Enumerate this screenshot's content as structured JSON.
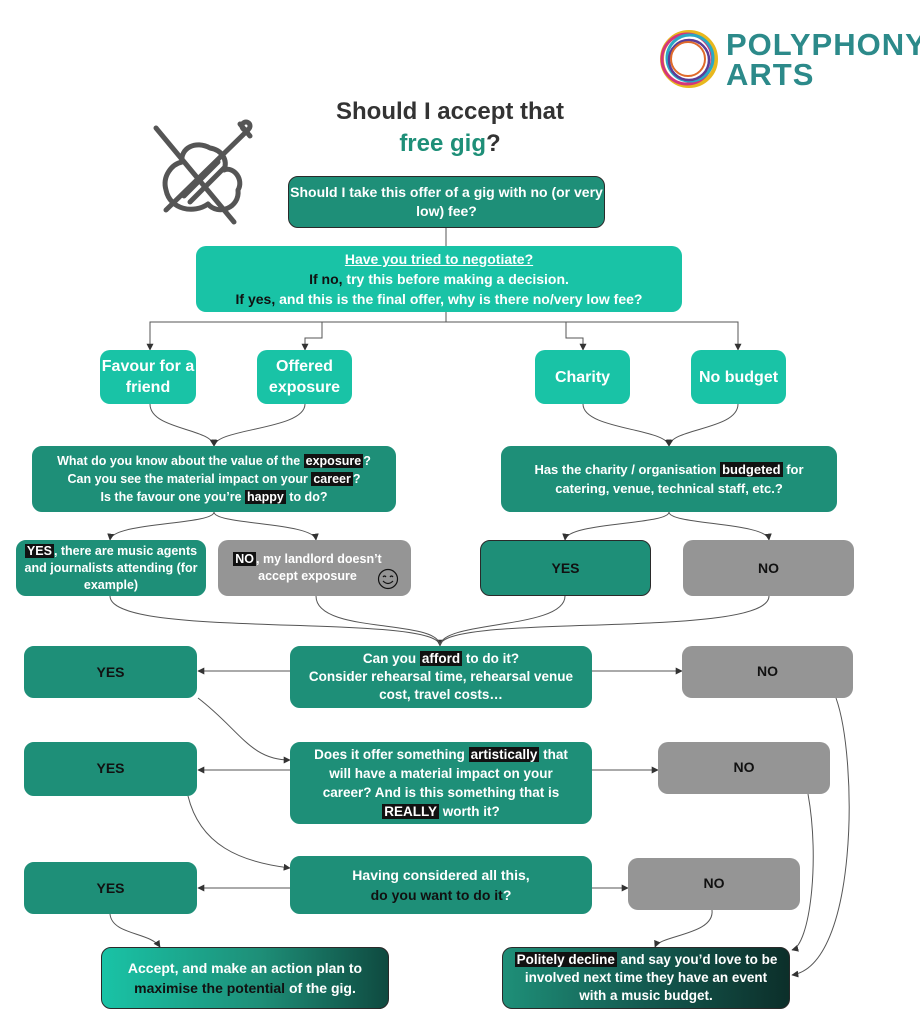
{
  "logo": {
    "line1": "POLYPHONY",
    "line2": "ARTS"
  },
  "title": {
    "line1": "Should I accept that",
    "accent": "free gig",
    "qmark": "?"
  },
  "q_main": "Should I take this offer of a gig with no (or very low) fee?",
  "negotiate": {
    "heading": "Have you tried to negotiate?",
    "if_no_label": "If no,",
    "if_no_text": " try this before making a decision.",
    "if_yes_label": "If yes,",
    "if_yes_text": " and this is the final offer, why is there no/very low fee?"
  },
  "reasons": {
    "favour": "Favour for a friend",
    "exposure": "Offered exposure",
    "charity": "Charity",
    "no_budget": "No budget"
  },
  "exposure_q": {
    "l1a": "What do you know about the value of the ",
    "l1b": "exposure",
    "l1c": "?",
    "l2a": "Can you see the material impact on your ",
    "l2b": "career",
    "l2c": "?",
    "l3a": "Is the favour one you’re ",
    "l3b": "happy",
    "l3c": " to do?"
  },
  "charity_q": {
    "a": "Has the charity / organisation ",
    "b": "budgeted",
    "c": " for catering, venue, technical staff, etc.?"
  },
  "exposure_yes": {
    "label": "YES",
    "text": ", there are music agents and journalists attending (for example)"
  },
  "exposure_no": {
    "label": "NO",
    "text": ", my landlord doesn’t accept exposure"
  },
  "charity_yes": "YES",
  "charity_no": "NO",
  "afford_q": {
    "a": "Can you ",
    "b": "afford",
    "c": " to do it?",
    "l2": "Consider rehearsal time, rehearsal venue cost, travel costs…"
  },
  "artistic_q": {
    "a": "Does it offer something ",
    "b": "artistically",
    "c": " that will have a material impact on your career? And is this something that is ",
    "d": "REALLY",
    "e": " worth it?"
  },
  "want_q": {
    "l1": "Having considered all this,",
    "l2a": "do you want to do it",
    "l2b": "?"
  },
  "yes_label": "YES",
  "no_label": "NO",
  "accept": {
    "a": "Accept, and make an action plan to ",
    "b": "maximise the potential",
    "c": " of the gig."
  },
  "decline": {
    "a": "Politely decline",
    "b": " and say you’d love to be involved next time they have an event with a music budget."
  }
}
